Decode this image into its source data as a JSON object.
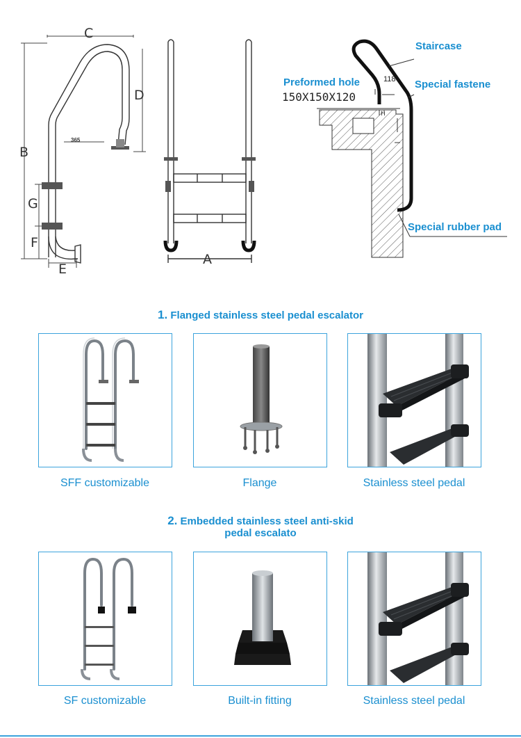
{
  "diagram": {
    "dims": {
      "c": "C",
      "d": "D",
      "b": "B",
      "g": "G",
      "f": "F",
      "e": "E",
      "a": "A",
      "w365": "365"
    },
    "install": {
      "staircase": "Staircase",
      "preformed_hole": "Preformed hole",
      "hole_size": "150X150X120",
      "dim_118": "118",
      "special_fastener": "Special fastene",
      "rubber_pad": "Special rubber pad"
    }
  },
  "section1": {
    "number": "1.",
    "title": "Flanged stainless steel pedal escalator",
    "items": [
      {
        "caption": "SFF customizable"
      },
      {
        "caption": "Flange"
      },
      {
        "caption": "Stainless steel pedal"
      }
    ]
  },
  "section2": {
    "number": "2.",
    "title_line1": "Embedded stainless steel anti-skid",
    "title_line2": "pedal escalato",
    "items": [
      {
        "caption": "SF customizable"
      },
      {
        "caption": "Built-in fitting"
      },
      {
        "caption": "Stainless steel pedal"
      }
    ]
  },
  "colors": {
    "accent": "#1a8fd0",
    "frame": "#3ba3dc"
  }
}
